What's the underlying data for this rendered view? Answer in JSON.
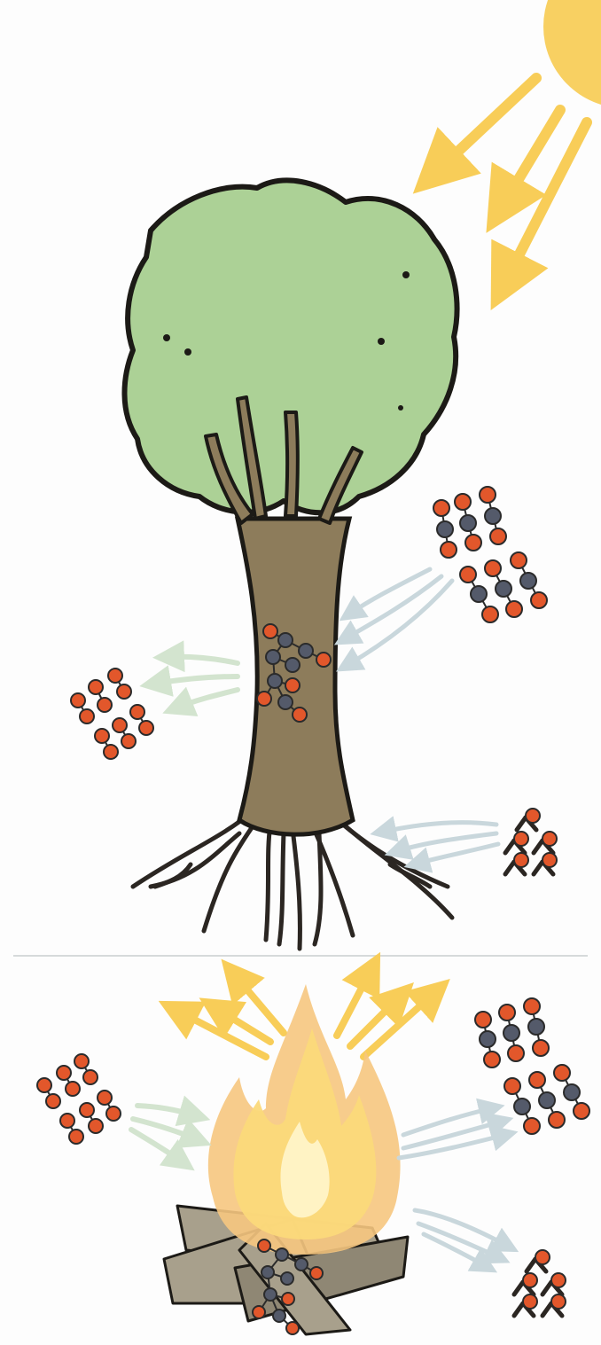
{
  "colors": {
    "background": "#fdfdfd",
    "sun": "#f8d062",
    "sun_arrow": "#f8cd58",
    "foliage": "#acd196",
    "outline": "#1c1a16",
    "trunk": "#8d7c5b",
    "roots": "#2b2622",
    "oxygen_atom": "#e2572b",
    "carbon_atom": "#545a6a",
    "atom_outline": "#2b2b2b",
    "co2_arrow": "#c9d7dc",
    "o2_arrow": "#d3e4cf",
    "divider": "#d6dadb",
    "flame_outer": "#f6c780",
    "flame_mid": "#fbd97a",
    "flame_inner": "#fff3c4",
    "log_fill": "#a8a08c",
    "log_dark": "#8f8774"
  },
  "panels": [
    {
      "name": "photosynthesis",
      "elements": [
        "sun",
        "sunlight",
        "tree",
        "carbon-dioxide-in",
        "water-in",
        "glucose-in-trunk",
        "oxygen-out"
      ]
    },
    {
      "name": "combustion",
      "elements": [
        "campfire",
        "oxygen-in",
        "light-and-heat-out",
        "carbon-dioxide-out",
        "water-out",
        "glucose-in-wood"
      ]
    }
  ]
}
